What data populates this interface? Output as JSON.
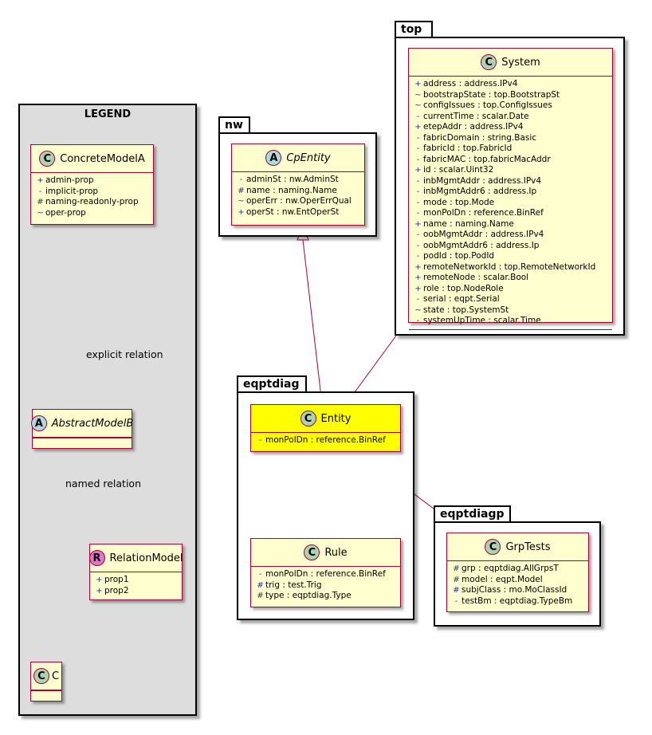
{
  "packages": {
    "top": "top",
    "nw": "nw",
    "eqptdiag": "eqptdiag",
    "eqptdiagp": "eqptdiagp"
  },
  "legend": {
    "title": "LEGEND",
    "concrete": {
      "stereo": "C",
      "name": "ConcreteModelA",
      "attrs": [
        {
          "vis": "+",
          "text": "admin-prop"
        },
        {
          "vis": "-",
          "text": "implicit-prop"
        },
        {
          "vis": "#",
          "text": "naming-readonly-prop"
        },
        {
          "vis": "~",
          "text": "oper-prop"
        }
      ]
    },
    "abstract": {
      "stereo": "A",
      "name": "AbstractModelB"
    },
    "relation": {
      "stereo": "R",
      "name": "RelationModel",
      "attrs": [
        {
          "vis": "+",
          "text": "prop1"
        },
        {
          "vis": "+",
          "text": "prop2"
        }
      ]
    },
    "c": {
      "stereo": "C",
      "name": "C"
    },
    "explicit_label": "explicit relation",
    "named_label": "named relation"
  },
  "classes": {
    "system": {
      "stereo": "C",
      "name": "System",
      "attrs": [
        {
          "vis": "+",
          "text": "address : address.IPv4"
        },
        {
          "vis": "~",
          "text": "bootstrapState : top.BootstrapSt"
        },
        {
          "vis": "~",
          "text": "configIssues : top.ConfigIssues"
        },
        {
          "vis": "-",
          "text": "currentTime : scalar.Date"
        },
        {
          "vis": "+",
          "text": "etepAddr : address.IPv4"
        },
        {
          "vis": "-",
          "text": "fabricDomain : string.Basic"
        },
        {
          "vis": "-",
          "text": "fabricId : top.FabricId"
        },
        {
          "vis": "-",
          "text": "fabricMAC : top.fabricMacAddr"
        },
        {
          "vis": "+",
          "text": "id : scalar.Uint32"
        },
        {
          "vis": "-",
          "text": "inbMgmtAddr : address.IPv4"
        },
        {
          "vis": "-",
          "text": "inbMgmtAddr6 : address.Ip"
        },
        {
          "vis": "-",
          "text": "mode : top.Mode"
        },
        {
          "vis": "-",
          "text": "monPolDn : reference.BinRef"
        },
        {
          "vis": "+",
          "text": "name : naming.Name"
        },
        {
          "vis": "-",
          "text": "oobMgmtAddr : address.IPv4"
        },
        {
          "vis": "-",
          "text": "oobMgmtAddr6 : address.Ip"
        },
        {
          "vis": "-",
          "text": "podId : top.PodId"
        },
        {
          "vis": "+",
          "text": "remoteNetworkId : top.RemoteNetworkId"
        },
        {
          "vis": "+",
          "text": "remoteNode : scalar.Bool"
        },
        {
          "vis": "+",
          "text": "role : top.NodeRole"
        },
        {
          "vis": "-",
          "text": "serial : eqpt.Serial"
        },
        {
          "vis": "~",
          "text": "state : top.SystemSt"
        },
        {
          "vis": "-",
          "text": "systemUpTime : scalar.Time"
        }
      ]
    },
    "cpentity": {
      "stereo": "A",
      "name": "CpEntity",
      "attrs": [
        {
          "vis": "-",
          "text": "adminSt : nw.AdminSt"
        },
        {
          "vis": "#",
          "text": "name : naming.Name"
        },
        {
          "vis": "~",
          "text": "operErr : nw.OperErrQual"
        },
        {
          "vis": "+",
          "text": "operSt : nw.EntOperSt"
        }
      ]
    },
    "entity": {
      "stereo": "C",
      "name": "Entity",
      "attrs": [
        {
          "vis": "-",
          "text": "monPolDn : reference.BinRef"
        }
      ]
    },
    "rule": {
      "stereo": "C",
      "name": "Rule",
      "attrs": [
        {
          "vis": "-",
          "text": "monPolDn : reference.BinRef"
        },
        {
          "vis": "#",
          "text": "trig : test.Trig"
        },
        {
          "vis": "#",
          "text": "type : eqptdiag.Type"
        }
      ]
    },
    "grptests": {
      "stereo": "C",
      "name": "GrpTests",
      "attrs": [
        {
          "vis": "#",
          "text": "grp : eqptdiag.AllGrpsT"
        },
        {
          "vis": "#",
          "text": "model : eqpt.Model"
        },
        {
          "vis": "#",
          "text": "subjClass : mo.MoClassId"
        },
        {
          "vis": "-",
          "text": "testBm : eqptdiag.TypeBm"
        }
      ]
    }
  },
  "colors": {
    "class_fill": "#fefece",
    "class_border": "#a80036",
    "highlight_fill": "#ffff00",
    "legend_fill": "#dddddd",
    "stereo_class": "#add1b2",
    "stereo_abstract": "#a9dcdf",
    "stereo_relation": "#e075c8"
  }
}
